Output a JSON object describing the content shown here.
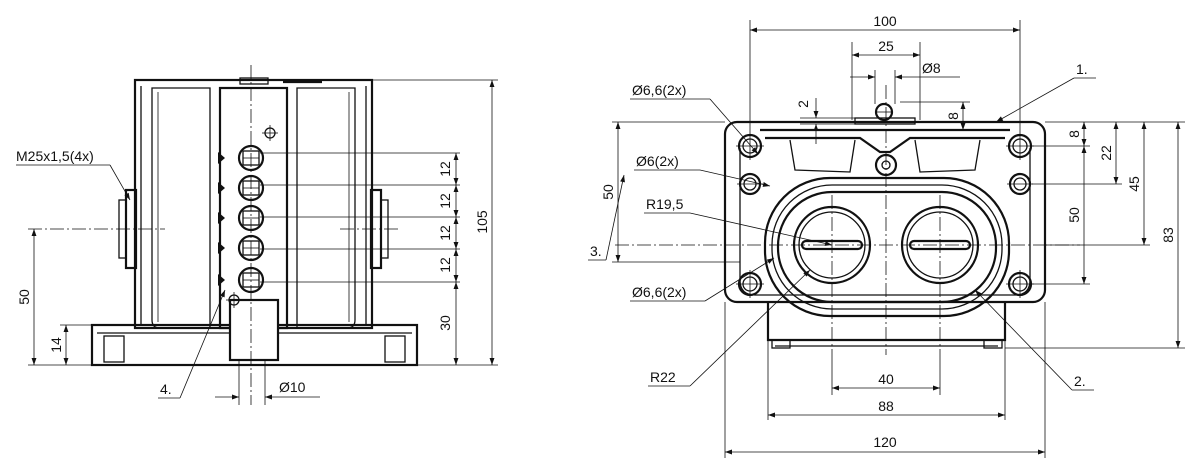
{
  "side_view": {
    "callouts": {
      "thread": "M25x1,5(4x)",
      "ref4": "4."
    },
    "dims": {
      "d105": "105",
      "d50": "50",
      "d14": "14",
      "d30": "30",
      "d12a": "12",
      "d12b": "12",
      "d12c": "12",
      "d12d": "12",
      "dia10": "10"
    }
  },
  "front_view": {
    "callouts": {
      "hole66_top": "6,6(2x)",
      "hole6": "6(2x)",
      "r195": "R19,5",
      "hole66_bot": "6,6(2x)",
      "r22": "R22",
      "ref1": "1.",
      "ref2": "2.",
      "ref3": "3."
    },
    "dims": {
      "d100": "100",
      "d25": "25",
      "dia8": "8",
      "d2": "2",
      "d8a": "8",
      "d8b": "8",
      "d22": "22",
      "d45": "45",
      "d50r": "50",
      "d83": "83",
      "d50l": "50",
      "d40": "40",
      "d88": "88",
      "d120": "120"
    },
    "diameter_symbol": "Ø"
  }
}
